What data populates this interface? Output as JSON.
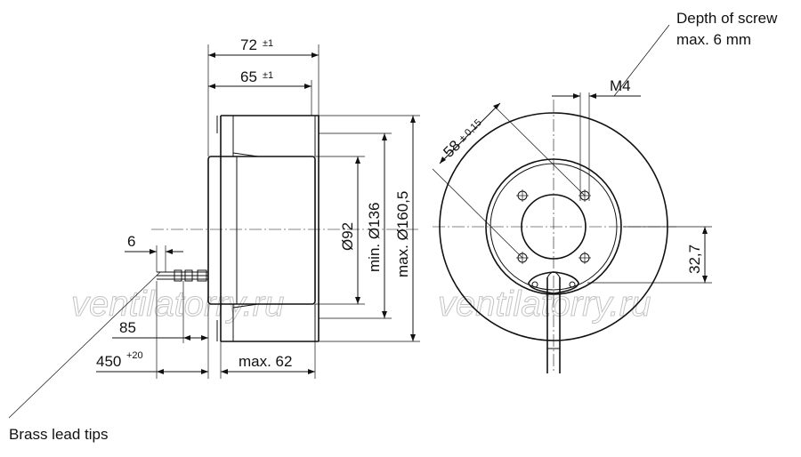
{
  "labels": {
    "depth_of_screw": "Depth of screw",
    "max_screw": "max. 6 mm",
    "thread": "M4",
    "width_72": "72",
    "width_72_tol": "±1",
    "width_65": "65",
    "width_65_tol": "±1",
    "lead_6": "6",
    "lead_85": "85",
    "lead_450": "450",
    "lead_450_tol": "+20",
    "max_62": "max. 62",
    "dia_92": "Ø92",
    "dia_136": "min. Ø136",
    "dia_160": "max. Ø160,5",
    "pcd_58": "58",
    "pcd_58_tol": "± 0,15",
    "offset_32": "32,7",
    "brass_lead_tips": "Brass lead tips",
    "watermark": "ventilatorry.ru"
  }
}
